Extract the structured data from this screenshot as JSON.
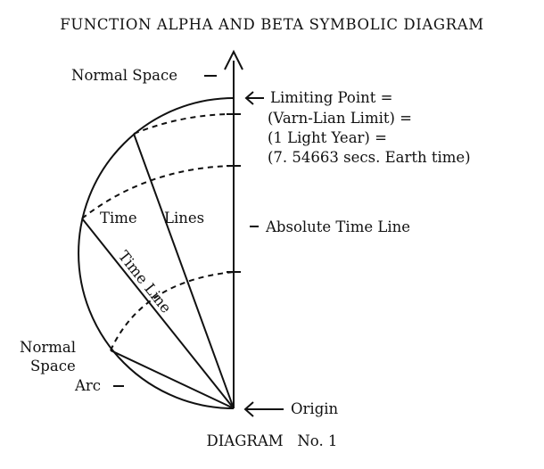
{
  "title": "FUNCTION ALPHA AND BETA SYMBOLIC DIAGRAM",
  "caption": "DIAGRAM   No. 1",
  "labels": {
    "normal_space": "Normal Space",
    "limiting_point_1": "Limiting Point =",
    "limiting_point_2": "(Varn-Lian Limit) =",
    "limiting_point_3": "(1 Light Year) =",
    "limiting_point_4": "(7. 54663 secs. Earth time)",
    "time": "Time",
    "lines": "Lines",
    "absolute_time_line": "Absolute Time Line",
    "time_line_diag": "Time Line",
    "normal_space_arc_1": "Normal",
    "normal_space_arc_2": "Space",
    "normal_space_arc_3": "Arc",
    "origin": "Origin"
  },
  "colors": {
    "ink": "#111111",
    "background": "#ffffff"
  }
}
